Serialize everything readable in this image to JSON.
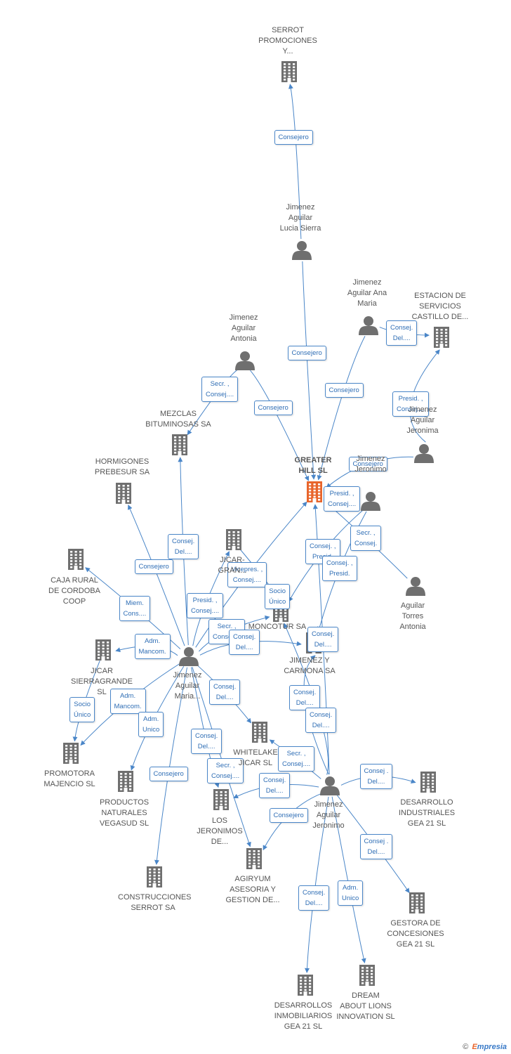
{
  "colors": {
    "edge": "#4a86c8",
    "company_icon": "#6f6f6f",
    "main_company_icon": "#e8652c",
    "person_icon": "#6f6f6f",
    "label_text": "#555555"
  },
  "nodes": [
    {
      "id": "serrot-promociones",
      "type": "company",
      "label": "SERROT\nPROMOCIONES\nY..."
    },
    {
      "id": "lucia-sierra",
      "type": "person",
      "label": "Jimenez\nAguilar\nLucia Sierra"
    },
    {
      "id": "ana-maria",
      "type": "person",
      "label": "Jimenez\nAguilar Ana\nMaria"
    },
    {
      "id": "estacion-servicios",
      "type": "company",
      "label": "ESTACION DE\nSERVICIOS\nCASTILLO DE..."
    },
    {
      "id": "antonia",
      "type": "person",
      "label": "Jimenez\nAguilar\nAntonia"
    },
    {
      "id": "mezclas-bituminosas",
      "type": "company",
      "label": "MEZCLAS\nBITUMINOSAS SA"
    },
    {
      "id": "jeronima",
      "type": "person",
      "label": "Jimenez\nAguilar\nJeronima"
    },
    {
      "id": "greater-hill",
      "type": "main",
      "label": "GREATER\nHILL SL"
    },
    {
      "id": "jimenez-jeronimo-top",
      "type": "person",
      "label": "Jimenez\nJeronimo"
    },
    {
      "id": "hormigones-prebesur",
      "type": "company",
      "label": "HORMIGONES\nPREBESUR SA"
    },
    {
      "id": "jicar-granada",
      "type": "company",
      "label": "JICAR-\nGRAN..."
    },
    {
      "id": "caja-rural",
      "type": "company",
      "label": "CAJA RURAL\nDE CORDOBA\nCOOP"
    },
    {
      "id": "aguilar-torres-antonia",
      "type": "person",
      "label": "Aguilar\nTorres\nAntonia"
    },
    {
      "id": "moncotur",
      "type": "company",
      "label": "MONCOTUR SA"
    },
    {
      "id": "jimenez-carmona",
      "type": "company",
      "label": "JIMENEZ Y\nCARMONA SA"
    },
    {
      "id": "jicar-sierragrande",
      "type": "company",
      "label": "JICAR\nSIERRAGRANDE SL"
    },
    {
      "id": "maria-person",
      "type": "person",
      "label": "Jimenez\nAguilar\nMaria..."
    },
    {
      "id": "promotora-majencio",
      "type": "company",
      "label": "PROMOTORA\nMAJENCIO  SL"
    },
    {
      "id": "whitelake",
      "type": "company",
      "label": "WHITELAKE\nJICAR SL"
    },
    {
      "id": "productos-naturales",
      "type": "company",
      "label": "PRODUCTOS\nNATURALES\nVEGASUD SL"
    },
    {
      "id": "jeronimo-main",
      "type": "person",
      "label": "Jimenez\nAguilar\nJeronimo"
    },
    {
      "id": "desarrollo-industriales",
      "type": "company",
      "label": "DESARROLLO\nINDUSTRIALES\nGEA 21 SL"
    },
    {
      "id": "los-jeronimos",
      "type": "company",
      "label": "LOS\nJERONIMOS\nDE..."
    },
    {
      "id": "agiryum",
      "type": "company",
      "label": "AGIRYUM\nASESORIA Y\nGESTION DE..."
    },
    {
      "id": "construcciones-serrot",
      "type": "company",
      "label": "CONSTRUCCIONES\nSERROT SA"
    },
    {
      "id": "gestora-concesiones",
      "type": "company",
      "label": "GESTORA DE\nCONCESIONES\nGEA 21 SL"
    },
    {
      "id": "desarrollos-inmobiliarios",
      "type": "company",
      "label": "DESARROLLOS\nINMOBILIARIOS\nGEA 21 SL"
    },
    {
      "id": "dream-about-lions",
      "type": "company",
      "label": "DREAM\nABOUT LIONS\nINNOVATION SL"
    }
  ],
  "edges": [
    {
      "from": "lucia-sierra",
      "to": "serrot-promociones",
      "label": "Consejero"
    },
    {
      "from": "lucia-sierra",
      "to": "greater-hill",
      "label": "Consejero"
    },
    {
      "from": "ana-maria",
      "to": "greater-hill",
      "label": "Consejero"
    },
    {
      "from": "ana-maria",
      "to": "estacion-servicios",
      "label": "Consej.\nDel...."
    },
    {
      "from": "jeronima",
      "to": "estacion-servicios",
      "label": "Presid. ,\nConsej...."
    },
    {
      "from": "jeronima",
      "to": "greater-hill",
      "label": "Consejero"
    },
    {
      "from": "antonia",
      "to": "greater-hill",
      "label": "Consejero"
    },
    {
      "from": "antonia",
      "to": "mezclas-bituminosas",
      "label": "Secr. ,\nConsej...."
    },
    {
      "from": "jimenez-jeronimo-top",
      "to": "greater-hill",
      "label": "Presid. ,\nConsej...."
    },
    {
      "from": "aguilar-torres-antonia",
      "to": "greater-hill",
      "label": "Secr. ,\nConsej."
    },
    {
      "from": "jimenez-jeronimo-top",
      "to": "moncotur",
      "label": "Consej. ,\nPresid."
    },
    {
      "from": "jimenez-jeronimo-top",
      "to": "jimenez-carmona",
      "label": "Consej. ,\nPresid."
    },
    {
      "from": "maria-person",
      "to": "mezclas-bituminosas",
      "label": "Consej.\nDel...."
    },
    {
      "from": "maria-person",
      "to": "hormigones-prebesur",
      "label": "Consejero"
    },
    {
      "from": "maria-person",
      "to": "caja-rural",
      "label": "Miem.\nCons...."
    },
    {
      "from": "maria-person",
      "to": "jicar-granada",
      "label": "Presid. ,\nConsej...."
    },
    {
      "from": "maria-person",
      "to": "greater-hill",
      "label": "Vicepres. ,\nConsej...."
    },
    {
      "from": "maria-person",
      "to": "moncotur",
      "label": "Secr. ,\nConsej...."
    },
    {
      "from": "maria-person",
      "to": "jimenez-carmona",
      "label": "Consej.\nDel...."
    },
    {
      "from": "maria-person",
      "to": "promotora-majencio",
      "label": "Adm.\nMancom."
    },
    {
      "from": "maria-person",
      "to": "jicar-sierragrande",
      "label": "Adm.\nMancom."
    },
    {
      "from": "jicar-sierragrande",
      "to": "promotora-majencio",
      "label": "Socio\nÚnico"
    },
    {
      "from": "maria-person",
      "to": "productos-naturales",
      "label": "Adm.\nUnico"
    },
    {
      "from": "maria-person",
      "to": "whitelake",
      "label": "Consej.\nDel...."
    },
    {
      "from": "maria-person",
      "to": "los-jeronimos",
      "label": "Consej.\nDel...."
    },
    {
      "from": "maria-person",
      "to": "agiryum",
      "label": "Secr. ,\nConsej...."
    },
    {
      "from": "maria-person",
      "to": "construcciones-serrot",
      "label": "Consejero"
    },
    {
      "from": "jicar-granada",
      "to": "moncotur",
      "label": "Socio\nÚnico"
    },
    {
      "from": "jeronimo-main",
      "to": "greater-hill",
      "label": "Consej.\nDel...."
    },
    {
      "from": "jeronimo-main",
      "to": "jimenez-carmona",
      "label": "Consej.\nDel...."
    },
    {
      "from": "jeronimo-main",
      "to": "whitelake",
      "label": "Secr. ,\nConsej...."
    },
    {
      "from": "jeronimo-main",
      "to": "los-jeronimos",
      "label": "Consej.\nDel...."
    },
    {
      "from": "jeronimo-main",
      "to": "agiryum",
      "label": "Consejero"
    },
    {
      "from": "jeronimo-main",
      "to": "desarrollo-industriales",
      "label": "Consej .\nDel...."
    },
    {
      "from": "jeronimo-main",
      "to": "gestora-concesiones",
      "label": "Consej .\nDel...."
    },
    {
      "from": "jeronimo-main",
      "to": "desarrollos-inmobiliarios",
      "label": "Consej.\nDel...."
    },
    {
      "from": "jeronimo-main",
      "to": "dream-about-lions",
      "label": "Adm.\nUnico"
    },
    {
      "from": "jeronimo-main",
      "to": "moncotur",
      "label": "Consej.\nDel...."
    }
  ],
  "footer": {
    "copyright": "©",
    "brand_first": "E",
    "brand_rest": "mpresia"
  }
}
